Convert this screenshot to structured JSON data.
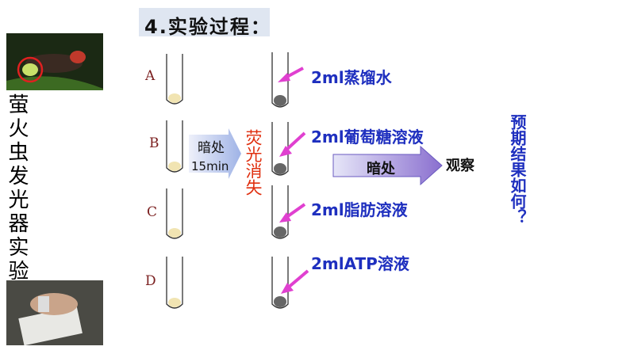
{
  "title": "4.实验过程：",
  "side_title": "萤火虫发光器实验",
  "rows": [
    {
      "label": "A",
      "reagent": "2ml蒸馏水"
    },
    {
      "label": "B",
      "reagent": "2ml葡萄糖溶液"
    },
    {
      "label": "C",
      "reagent": "2ml脂肪溶液"
    },
    {
      "label": "D",
      "reagent": "2mlATP溶液"
    }
  ],
  "dark_box": {
    "line1": "暗处",
    "line2": "15min"
  },
  "fluorescence": "荧光消失",
  "arrow_label": "暗处",
  "observe": "观察",
  "expectation": "预期结果如何？",
  "colors": {
    "blue": "#1e2fbf",
    "red": "#e03010",
    "title_bg": "#dfe6f1"
  }
}
